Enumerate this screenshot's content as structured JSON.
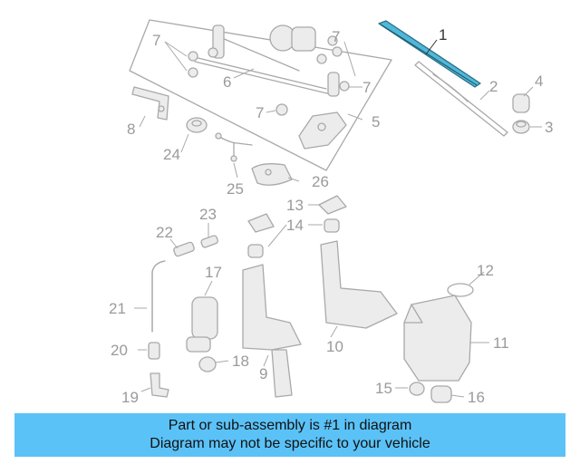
{
  "diagram": {
    "callouts": [
      "1",
      "2",
      "3",
      "4",
      "5",
      "6",
      "7",
      "7",
      "7",
      "7",
      "8",
      "9",
      "10",
      "11",
      "12",
      "13",
      "14",
      "15",
      "16",
      "17",
      "18",
      "19",
      "20",
      "21",
      "22",
      "23",
      "24",
      "25",
      "26"
    ],
    "highlighted_part": "1",
    "highlight_color": "#4fb8d8"
  },
  "banner": {
    "line1": "Part or sub-assembly is #1 in diagram",
    "line2": "Diagram may not be specific to your vehicle",
    "background": "#5bc2f7"
  }
}
